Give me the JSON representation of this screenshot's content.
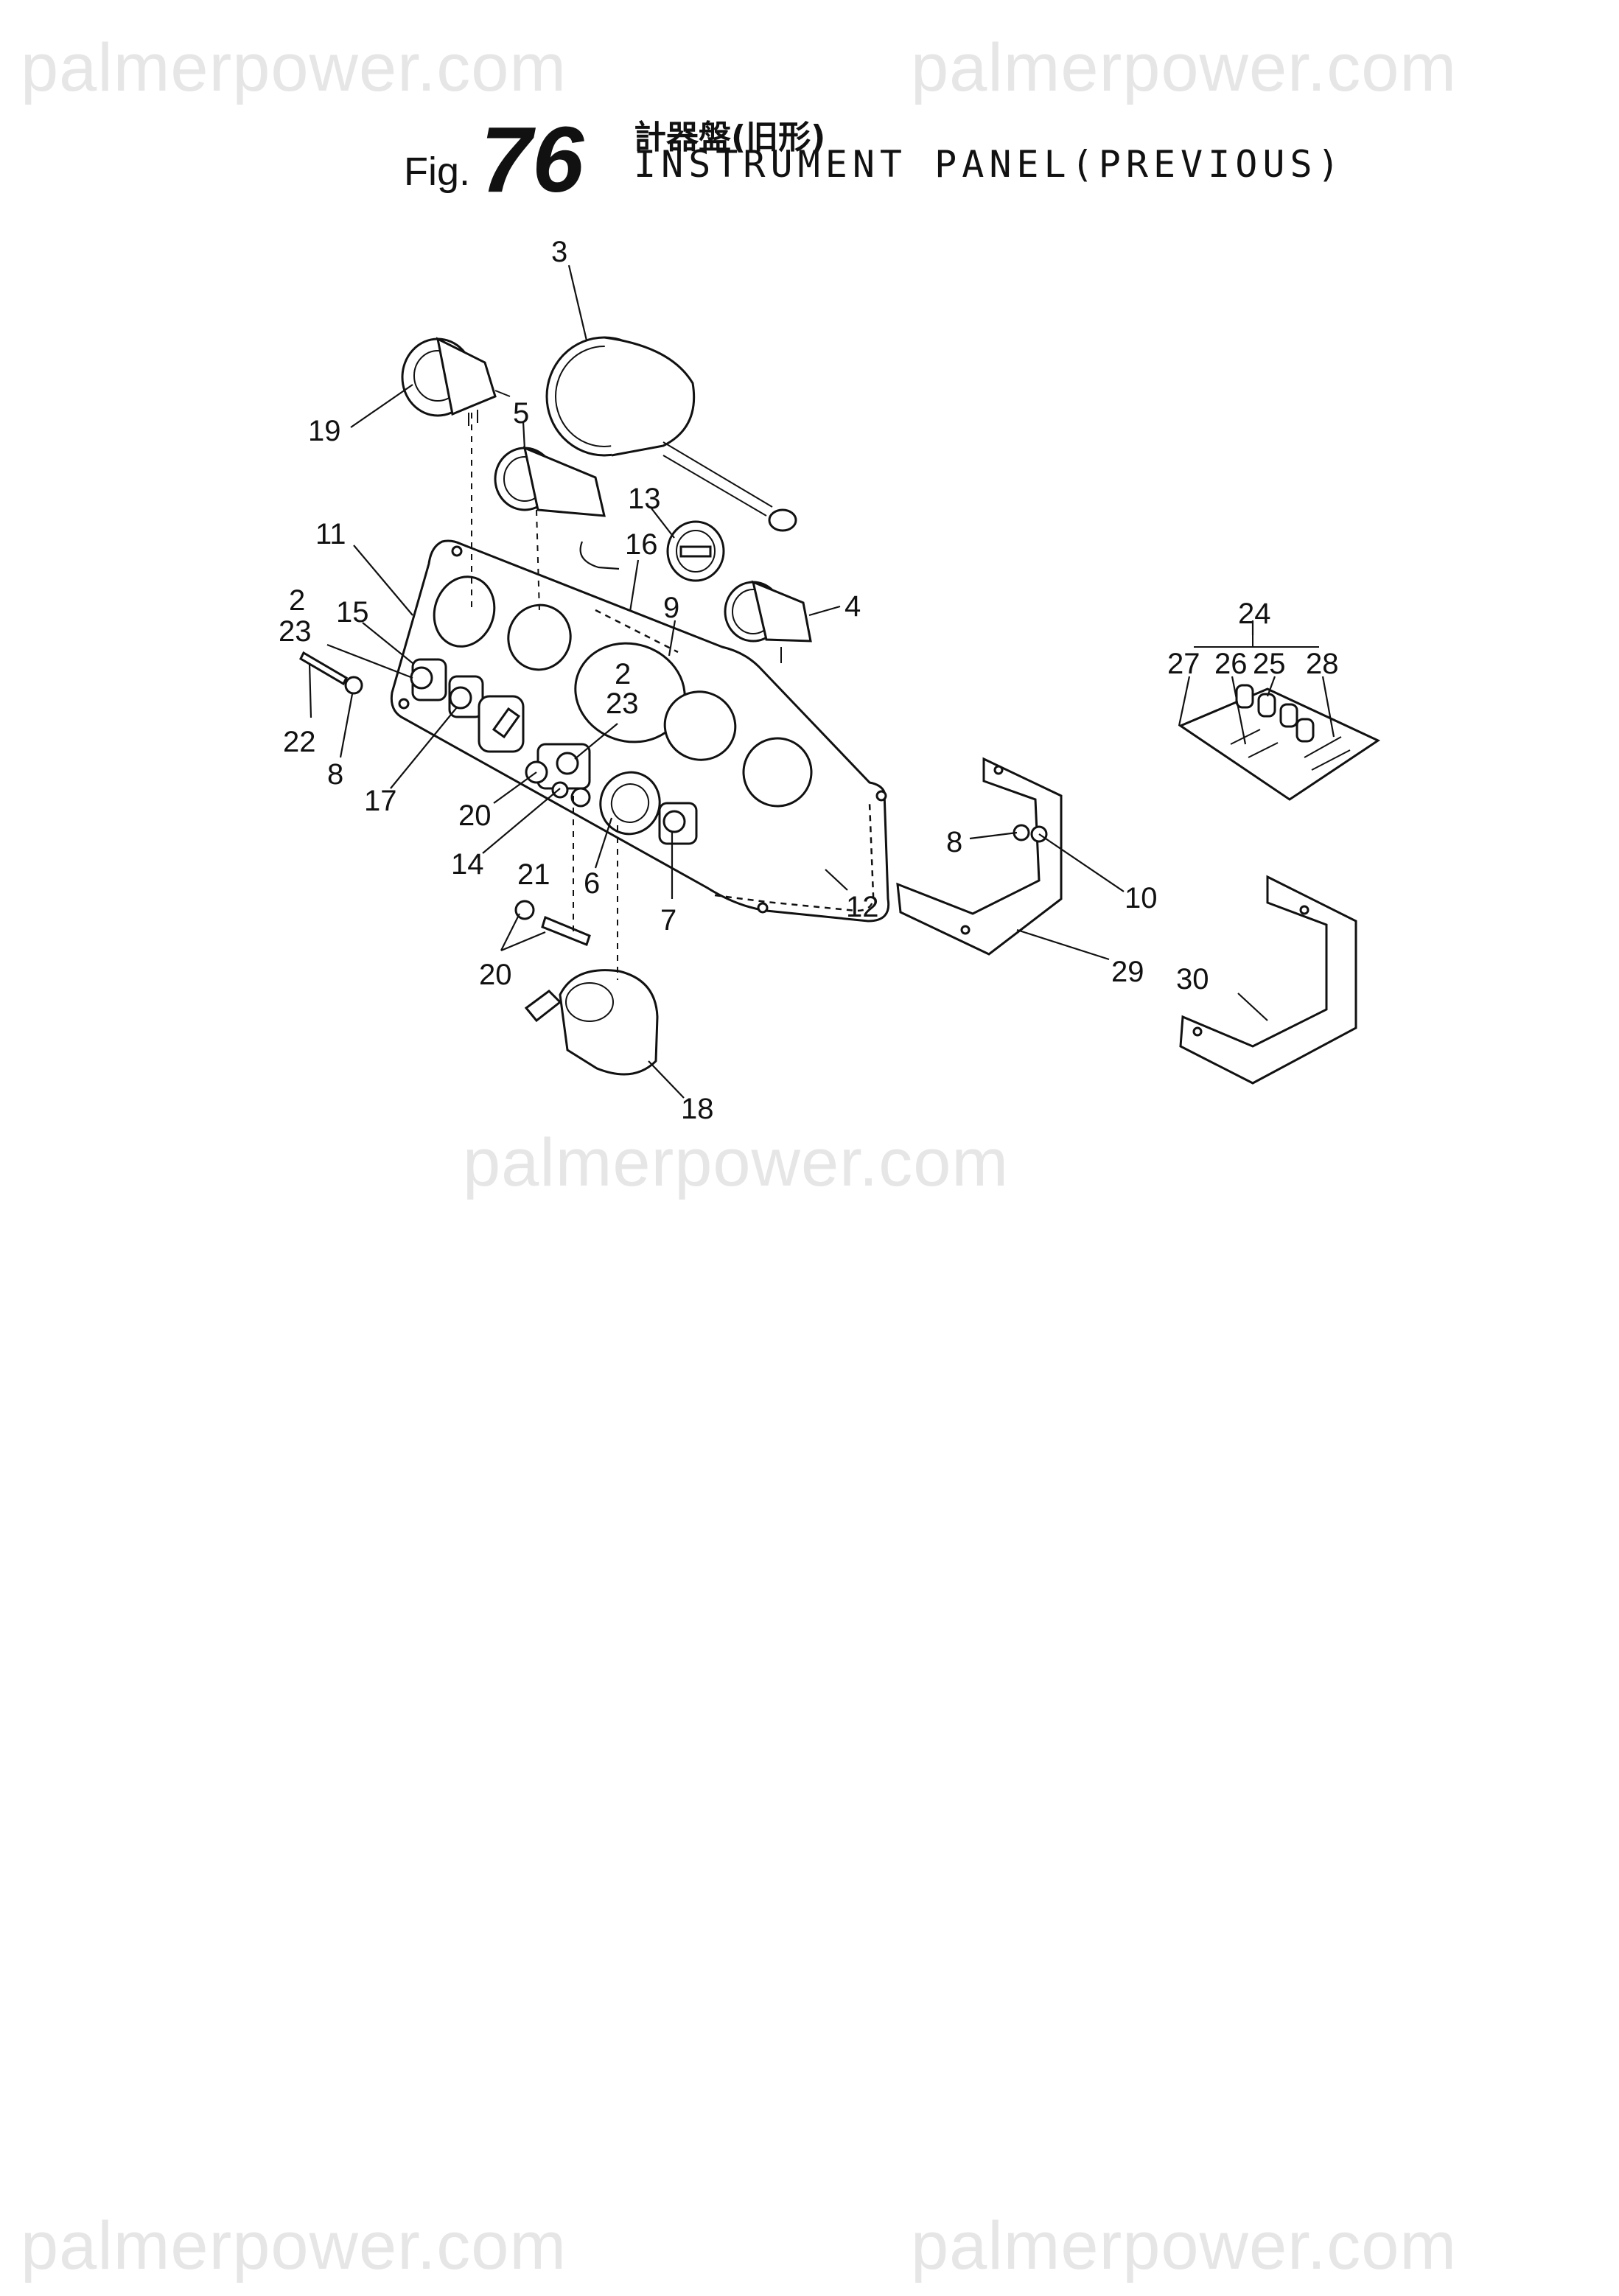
{
  "watermarks": [
    "palmerpower.com",
    "palmerpower.com",
    "palmerpower.com",
    "palmerpower.com",
    "palmerpower.com"
  ],
  "figure": {
    "prefix": "Fig.",
    "number": "76",
    "title_jp": "計器盤(旧形)",
    "title_en": "INSTRUMENT PANEL(PREVIOUS)"
  },
  "callouts": [
    "3",
    "19",
    "5",
    "13",
    "11",
    "16",
    "9",
    "4",
    "2",
    "23",
    "15",
    "2",
    "23",
    "22",
    "8",
    "17",
    "20",
    "14",
    "6",
    "7",
    "12",
    "21",
    "20",
    "18",
    "8",
    "10",
    "29",
    "30",
    "24",
    "27",
    "26",
    "25",
    "28"
  ]
}
